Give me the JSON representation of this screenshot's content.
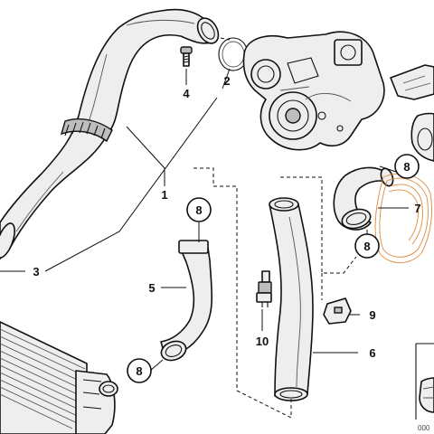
{
  "callouts": {
    "c1": "1",
    "c2": "2",
    "c3": "3",
    "c4": "4",
    "c5": "5",
    "c6": "6",
    "c7": "7",
    "c8a": "8",
    "c8b": "8",
    "c8c": "8",
    "c8d": "8",
    "c9": "9",
    "c10": "10"
  },
  "corner_code": "000",
  "colors": {
    "line": "#111111",
    "part_fill": "#eeeeee",
    "clamp_wire": "#e08a3c"
  }
}
